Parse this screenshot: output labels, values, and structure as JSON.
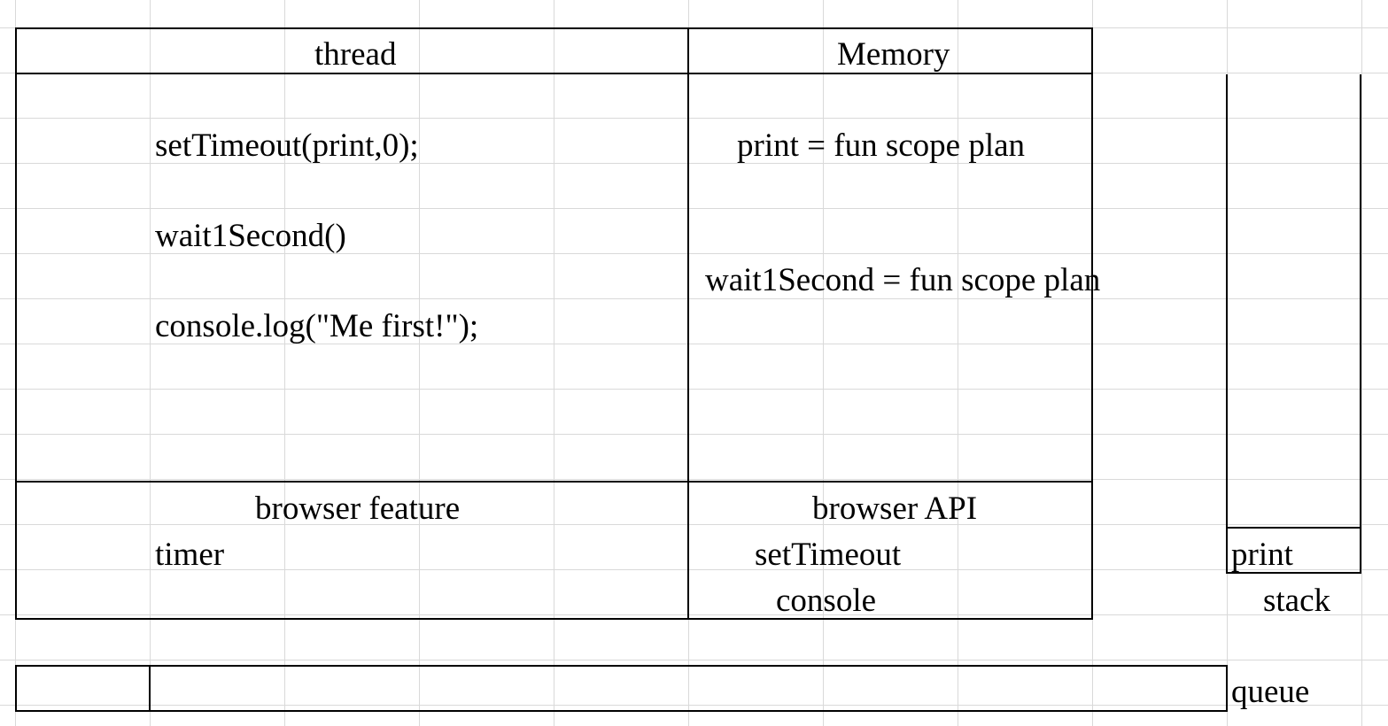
{
  "thread": {
    "header": "thread",
    "lines": [
      "setTimeout(print,0);",
      "wait1Second()",
      "console.log(\"Me first!\");"
    ]
  },
  "memory": {
    "header": "Memory",
    "entries": [
      "print = fun scope plan",
      "wait1Second = fun scope plan"
    ]
  },
  "browser_feature": {
    "header": "browser feature",
    "items": [
      "timer"
    ]
  },
  "browser_api": {
    "header": "browser API",
    "items": [
      "setTimeout",
      "console"
    ]
  },
  "stack": {
    "label": "stack",
    "items": [
      "print"
    ]
  },
  "queue": {
    "label": "queue"
  }
}
